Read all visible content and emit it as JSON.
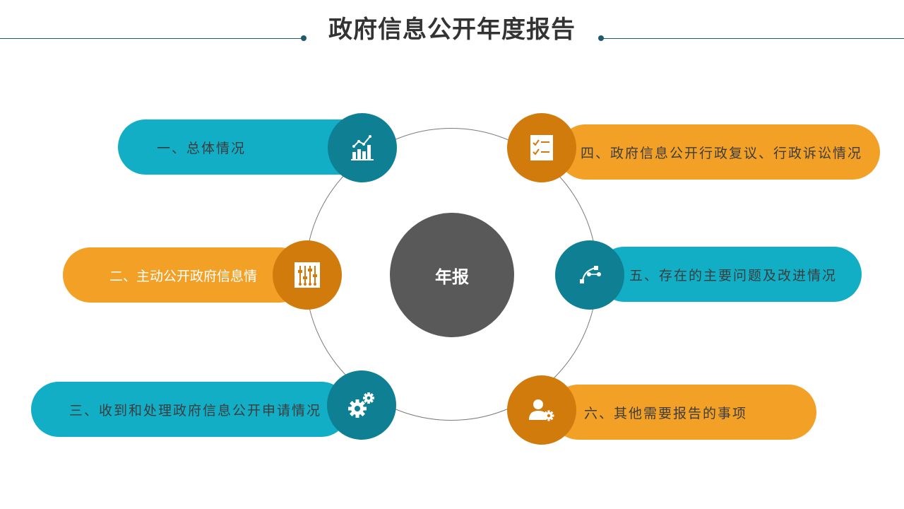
{
  "title": "政府信息公开年度报告",
  "center_label": "年报",
  "items": [
    {
      "label": "一、总体情况",
      "icon": "bar-chart-icon",
      "color": "#11aec6"
    },
    {
      "label": "二、主动公开政府信息情",
      "icon": "sliders-icon",
      "color": "#f3a027"
    },
    {
      "label": "三、收到和处理政府信息公开申请情况",
      "icon": "gears-icon",
      "color": "#11aec6"
    },
    {
      "label": "四、政府信息公开行政复议、行政诉讼情况",
      "icon": "checklist-icon",
      "color": "#f3a027"
    },
    {
      "label": "五、存在的主要问题及改进情况",
      "icon": "vector-pen-icon",
      "color": "#11aec6"
    },
    {
      "label": "六、其他需要报告的事项",
      "icon": "user-gear-icon",
      "color": "#f3a027"
    }
  ],
  "colors": {
    "teal_pill": "#11aec6",
    "teal_node": "#0f8093",
    "orange_pill": "#f3a027",
    "orange_node": "#d07b0c",
    "hub": "#595959",
    "title_line": "#1f5a6e"
  }
}
